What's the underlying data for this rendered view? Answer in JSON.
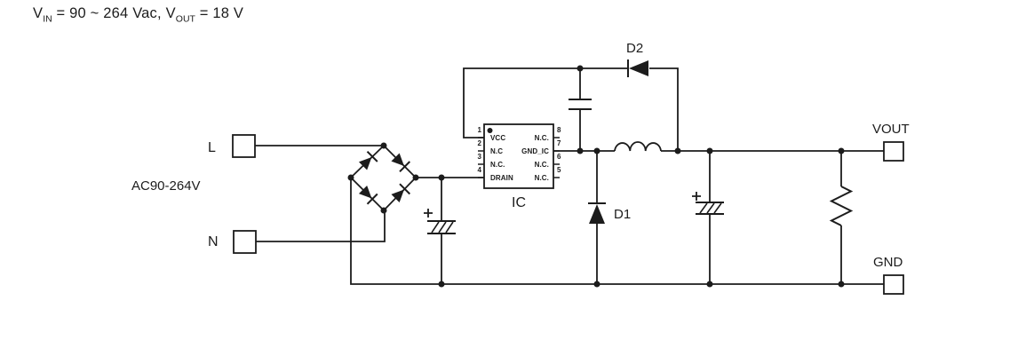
{
  "title": {
    "v1": "V",
    "v1_sub": "IN",
    "mid": " = 90 ~ 264 Vac, ",
    "v2": "V",
    "v2_sub": "OUT",
    "end": " = 18 V"
  },
  "input": {
    "line": "L",
    "neutral": "N",
    "range": "AC90-264V"
  },
  "ic": {
    "label": "IC",
    "left_pins": [
      {
        "num": "1",
        "name": "VCC"
      },
      {
        "num": "2",
        "name": "N.C"
      },
      {
        "num": "3",
        "name": "N.C."
      },
      {
        "num": "4",
        "name": "DRAIN"
      }
    ],
    "right_pins": [
      {
        "num": "8",
        "name": "N.C."
      },
      {
        "num": "7",
        "name": "GND_IC"
      },
      {
        "num": "6",
        "name": "N.C."
      },
      {
        "num": "5",
        "name": "N.C."
      }
    ]
  },
  "diodes": {
    "d1": "D1",
    "d2": "D2"
  },
  "output": {
    "vout": "VOUT",
    "gnd": "GND"
  },
  "colors": {
    "stroke": "#1c1c1c",
    "background": "#ffffff"
  }
}
